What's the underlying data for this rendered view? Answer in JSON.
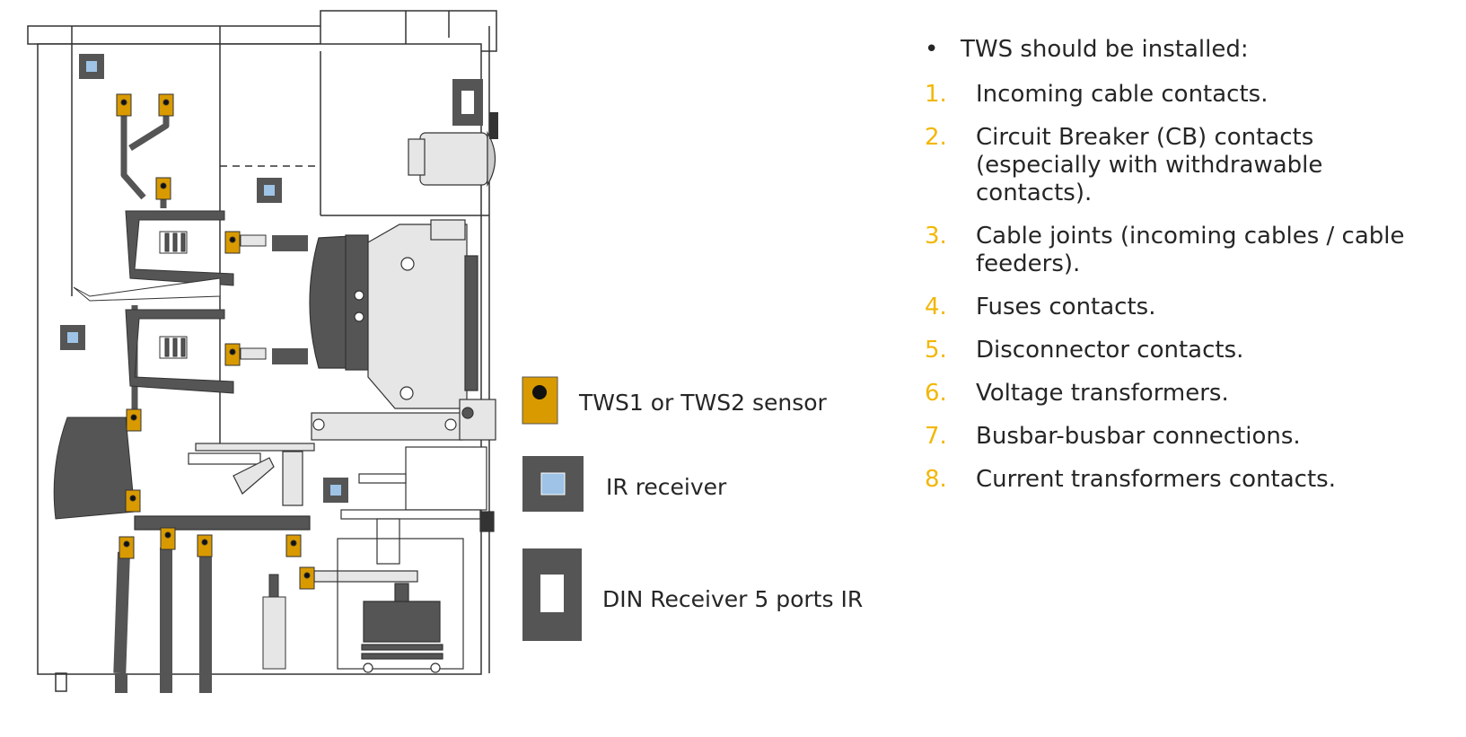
{
  "colors": {
    "sensor": "#d99a00",
    "dark": "#555555",
    "receiver_blue": "#9ec3e6",
    "accent": "#f2b705",
    "light_gray": "#e6e6e6"
  },
  "legend": {
    "tws_sensor": "TWS1 or TWS2 sensor",
    "ir_receiver": "IR receiver",
    "din_receiver": "DIN Receiver 5 ports IR"
  },
  "list": {
    "heading": "TWS should be installed:",
    "items": [
      {
        "num": "1.",
        "text": "Incoming cable contacts."
      },
      {
        "num": "2.",
        "text": "Circuit Breaker (CB) contacts (especially with withdrawable contacts)."
      },
      {
        "num": "3.",
        "text": "Cable joints (incoming cables / cable feeders)."
      },
      {
        "num": "4.",
        "text": "Fuses contacts."
      },
      {
        "num": "5.",
        "text": "Disconnector contacts."
      },
      {
        "num": "6.",
        "text": "Voltage transformers."
      },
      {
        "num": "7.",
        "text": "Busbar-busbar connections."
      },
      {
        "num": "8.",
        "text": "Current transformers contacts."
      }
    ]
  }
}
